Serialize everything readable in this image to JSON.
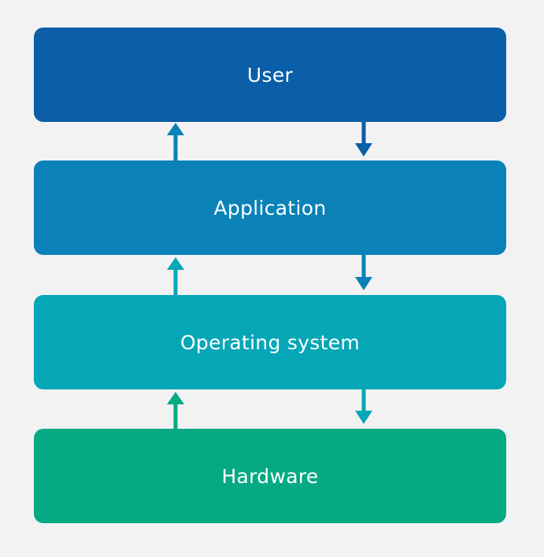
{
  "layers": [
    {
      "id": "user",
      "label": "User",
      "color": "#0b5ea8"
    },
    {
      "id": "application",
      "label": "Application",
      "color": "#0a82b8"
    },
    {
      "id": "os",
      "label": "Operating system",
      "color": "#05a7b7"
    },
    {
      "id": "hardware",
      "label": "Hardware",
      "color": "#05aa85"
    }
  ],
  "arrows": [
    {
      "between": "application-user",
      "up_color": "#0a82b8",
      "down_color": "#0b5ea8"
    },
    {
      "between": "os-application",
      "up_color": "#05a7b7",
      "down_color": "#0a82b8"
    },
    {
      "between": "hardware-os",
      "up_color": "#05aa85",
      "down_color": "#05a7b7"
    }
  ]
}
